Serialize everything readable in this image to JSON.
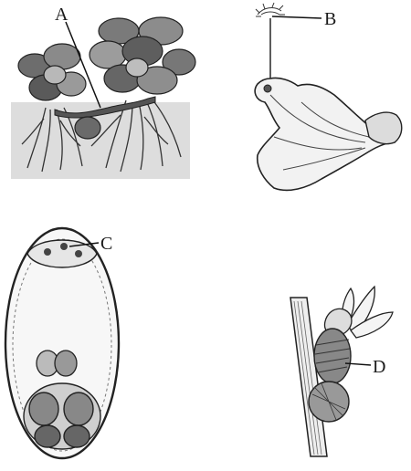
{
  "labels": {
    "a": "A",
    "b": "B",
    "c": "C",
    "d": "D"
  },
  "panels": {
    "a": "water-plant-with-stolon",
    "b": "thallus-with-stalked-structure",
    "c": "oval-cell-with-nuclei",
    "d": "stem-with-attached-organism"
  }
}
